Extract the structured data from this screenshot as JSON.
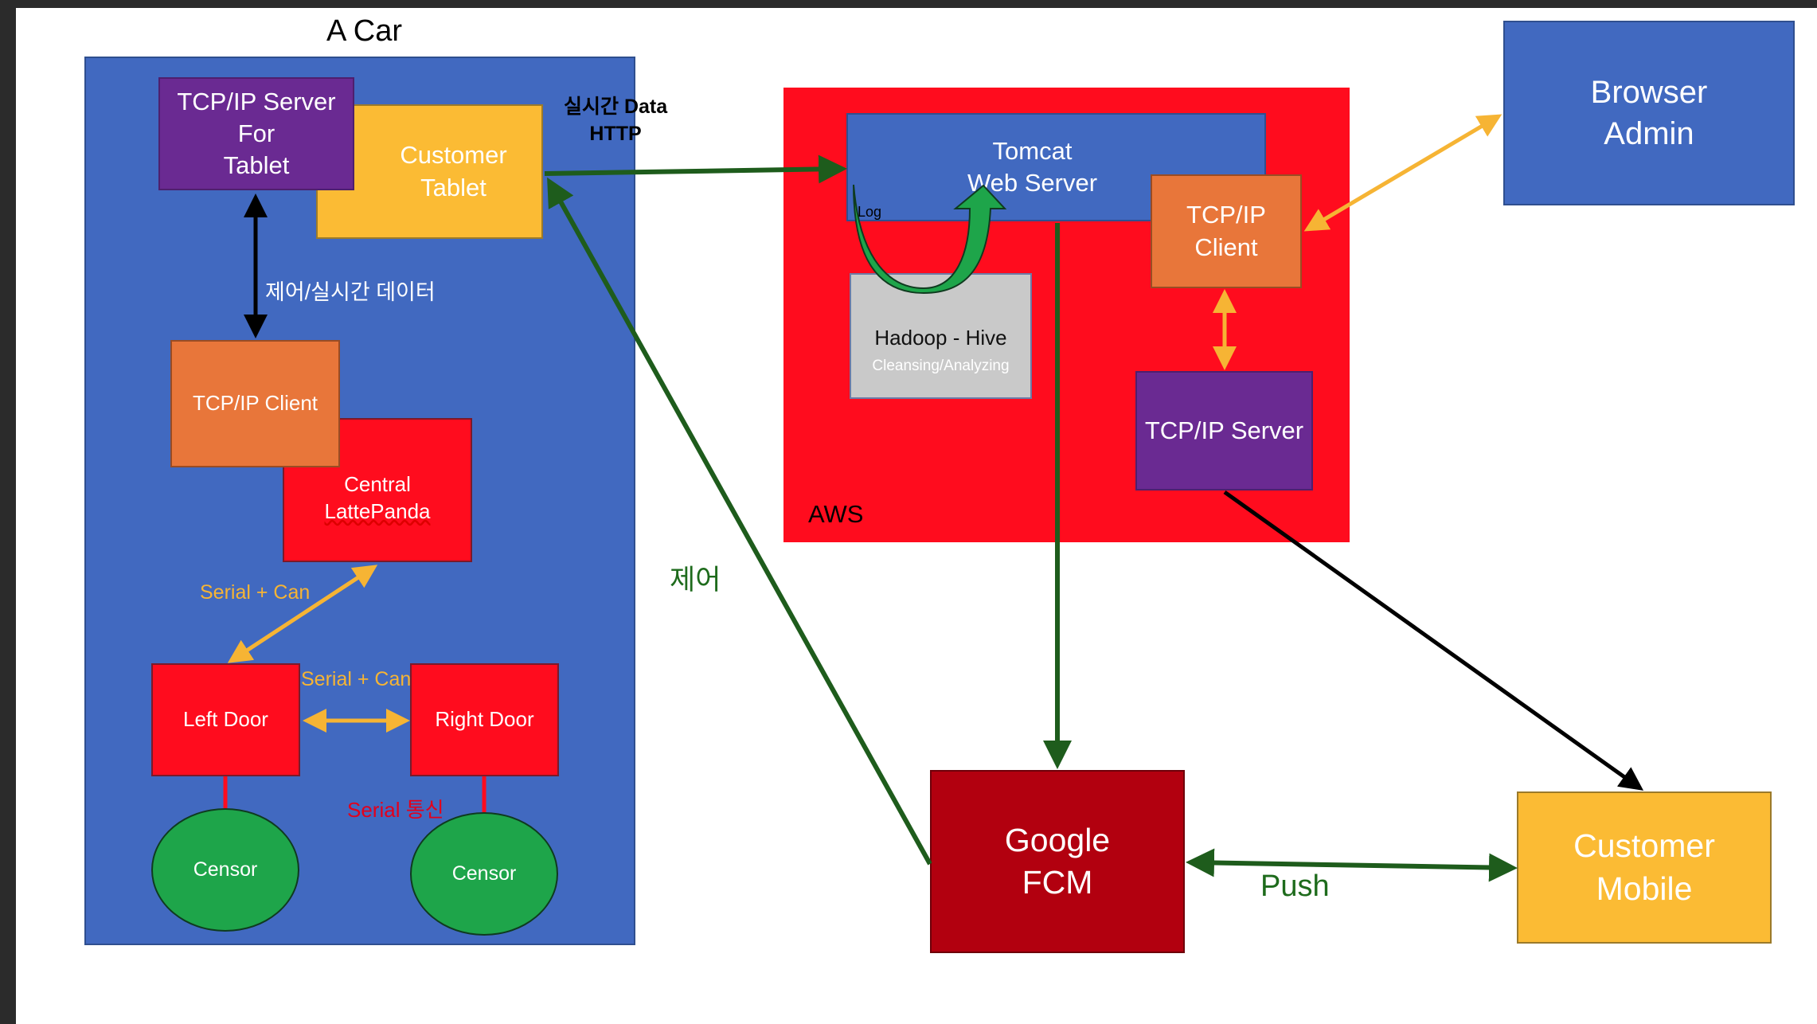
{
  "car": {
    "title": "A Car",
    "tcp_server_tablet": [
      "TCP/IP Server",
      "For",
      "Tablet"
    ],
    "customer_tablet": [
      "Customer",
      "Tablet"
    ],
    "control_data_label": "제어/실시간 데이터",
    "tcp_client": "TCP/IP Client",
    "central": [
      "Central",
      "LattePanda"
    ],
    "serial_can_1": "Serial + Can",
    "serial_can_2": "Serial + Can",
    "left_door": "Left Door",
    "right_door": "Right Door",
    "serial_comm": "Serial 통신",
    "censor_left": "Censor",
    "censor_right": "Censor"
  },
  "realtime_label": [
    "실시간 Data",
    "HTTP"
  ],
  "aws": {
    "label": "AWS",
    "tomcat": [
      "Tomcat",
      "Web Server"
    ],
    "log_label": "Log",
    "hadoop_title": "Hadoop - Hive",
    "hadoop_sub": "Cleansing/Analyzing",
    "tcp_client": [
      "TCP/IP",
      "Client"
    ],
    "tcp_server": "TCP/IP Server"
  },
  "control_label": "제어",
  "browser_admin": [
    "Browser",
    "Admin"
  ],
  "google_fcm": [
    "Google",
    "FCM"
  ],
  "push_label": "Push",
  "customer_mobile": [
    "Customer",
    "Mobile"
  ],
  "colors": {
    "car_blue": "#4169c0",
    "aws_red": "#ff0c1e",
    "arrow_green": "#1e5c1c",
    "arrow_yellow": "#f6b434",
    "text_green": "#1e6b1c",
    "text_red": "#e3001b"
  }
}
